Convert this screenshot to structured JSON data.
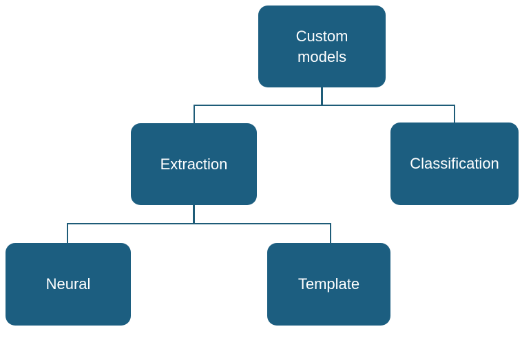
{
  "diagram": {
    "type": "hierarchy-tree",
    "nodes": [
      {
        "id": "custom-models",
        "label": "Custom models",
        "parent": null
      },
      {
        "id": "extraction",
        "label": "Extraction",
        "parent": "custom-models"
      },
      {
        "id": "classification",
        "label": "Classification",
        "parent": "custom-models"
      },
      {
        "id": "neural",
        "label": "Neural",
        "parent": "extraction"
      },
      {
        "id": "template",
        "label": "Template",
        "parent": "extraction"
      }
    ],
    "colors": {
      "background": "#ffffff",
      "node_fill": "#1c5e80",
      "node_text": "#ffffff",
      "connector": "#1e5c78"
    }
  }
}
